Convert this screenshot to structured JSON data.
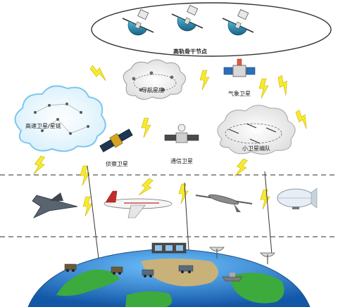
{
  "colors": {
    "background": "#ffffff",
    "lightning": "#f7ea2f",
    "lightning_stroke": "#c9b400",
    "dashed_line": "#555555",
    "cloud_blue": "#7fc6ec",
    "cloud_grey": "#e3e3e3",
    "earth_ocean": "#2a7fd4",
    "earth_land": "#3daa3d",
    "earth_sand": "#c9b27a"
  },
  "labels": {
    "high_orbit_nodes": "高轨骨干节点",
    "nav_constellation": "导航星座",
    "weather_satellite": "气象卫星",
    "relay_satellite_cloud": "高速卫星/星链",
    "recon_satellite": "侦察卫星",
    "comm_satellite": "通信卫星",
    "small_sat_cluster": "小卫星编队"
  },
  "icons": {
    "high_orbit_satellite": "satellite-icon",
    "weather_satellite": "satellite-icon",
    "stealth_fighter": "fighter-jet-icon",
    "business_jet": "airplane-icon",
    "uav": "drone-icon",
    "airship": "airship-icon",
    "ground_station": "radar-dish-icon",
    "earth": "globe-icon"
  }
}
